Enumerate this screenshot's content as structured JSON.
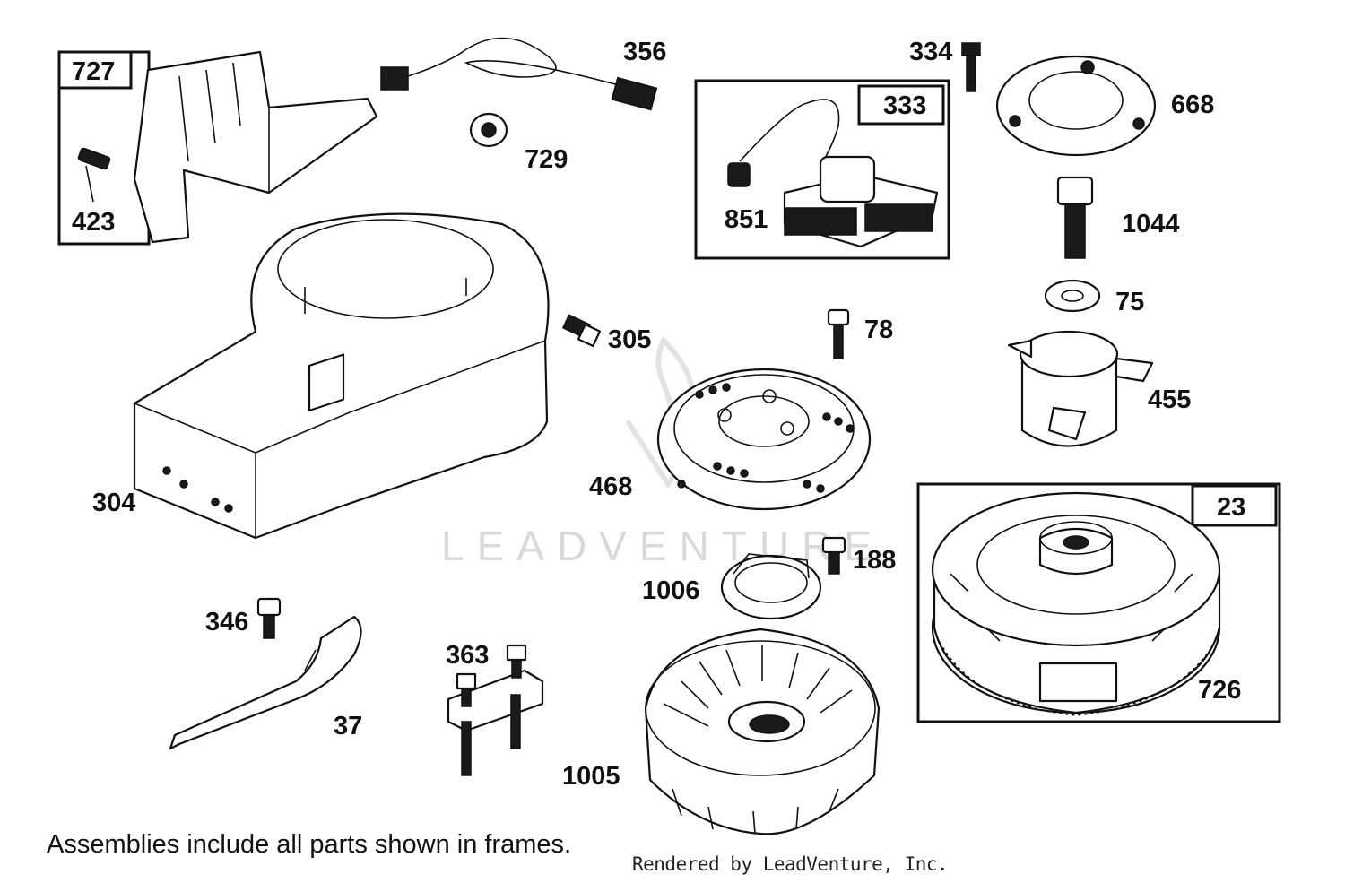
{
  "watermark": "LEADVENTURE",
  "frames": {
    "f727": "727",
    "f333": "333",
    "f23": "23"
  },
  "labels": {
    "p356": "356",
    "p729": "729",
    "p423": "423",
    "p334": "334",
    "p668": "668",
    "p851": "851",
    "p1044": "1044",
    "p75": "75",
    "p305": "305",
    "p78": "78",
    "p455": "455",
    "p304": "304",
    "p468": "468",
    "p188": "188",
    "p1006": "1006",
    "p346": "346",
    "p363": "363",
    "p37": "37",
    "p1005": "1005",
    "p726": "726"
  },
  "footer": {
    "note": "Assemblies include all parts shown in frames.",
    "credit": "Rendered by LeadVenture, Inc."
  }
}
